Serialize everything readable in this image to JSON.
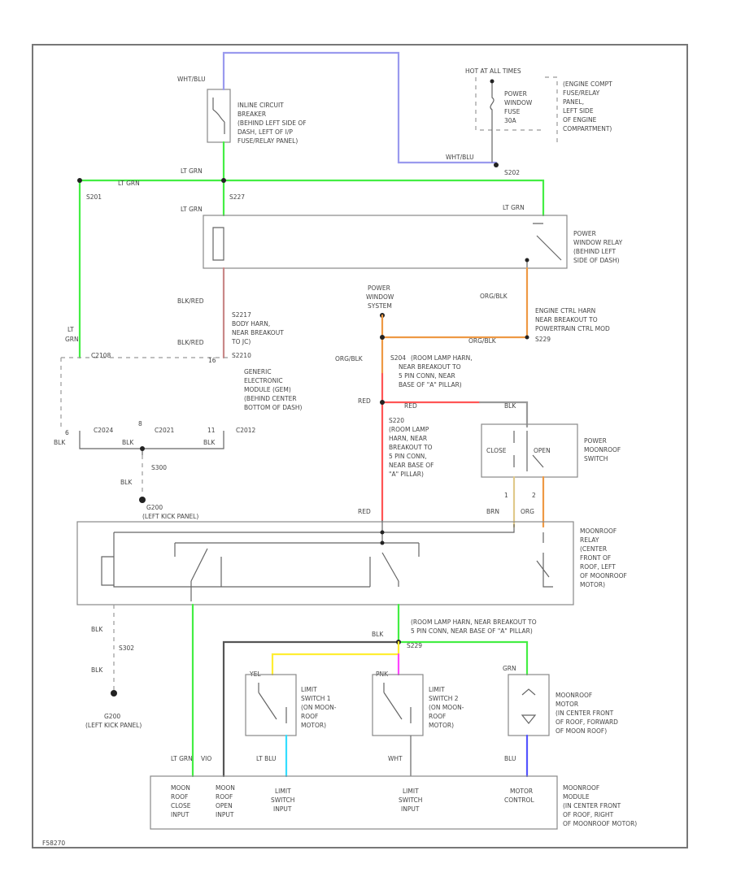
{
  "colors": {
    "lt_grn": "#44ee44",
    "wht_blu": "#9a9aee",
    "blk_red": "#c98888",
    "org_blk": "#ee9944",
    "red": "#ff5555",
    "yellow": "#ffee33",
    "magenta": "#ff44ff",
    "cyan": "#33ddff",
    "blue": "#5555ff",
    "frame": "#777777"
  },
  "wire_labels": {
    "wht_blu_top": "WHT/BLU",
    "wht_blu_right": "WHT/BLU",
    "lt_grn_1": "LT GRN",
    "lt_grn_2": "LT GRN",
    "lt_grn_3": "LT GRN",
    "lt_grn_left_a": "LT",
    "lt_grn_left_b": "GRN",
    "blk_red_1": "BLK/RED",
    "blk_red_2": "BLK/RED",
    "org_blk_1": "ORG/BLK",
    "org_blk_2": "ORG/BLK",
    "org_blk_3": "ORG/BLK",
    "red_1": "RED",
    "red_2": "RED",
    "red_3": "RED",
    "blk_1": "BLK",
    "blk_2": "BLK",
    "blk_3": "BLK",
    "blk_4": "BLK",
    "blk_5": "BLK",
    "blk_6": "BLK",
    "blk_7": "BLK",
    "brn": "BRN",
    "org": "ORG",
    "ylw": "YEL",
    "pnk": "PNK",
    "grn": "GRN",
    "lt_blu": "LT BLU",
    "wht": "WHT",
    "blu": "BLU",
    "vio": "VIO",
    "lt_grn_bottom": "LT GRN",
    "blk_top": "BLK"
  },
  "splices": {
    "s2": "S202",
    "s3": "S227",
    "s4": "S2217",
    "s5": "S2210",
    "s6": "S204",
    "s7": "S229",
    "s8": "S300",
    "g1": "G200",
    "s9": "S302",
    "s10": "S201"
  },
  "components": {
    "hot_at_all_times": "HOT AT ALL TIMES",
    "inline_cb": [
      "INLINE CIRCUIT",
      "BREAKER",
      "(BEHIND LEFT SIDE OF",
      "DASH, LEFT OF I/P",
      "FUSE/RELAY PANEL)"
    ],
    "pw_fuse": [
      "POWER",
      "WINDOW",
      "FUSE",
      "30A"
    ],
    "engine_compt": [
      "(ENGINE COMPT",
      "FUSE/RELAY",
      "PANEL,",
      "LEFT SIDE",
      "OF ENGINE",
      "COMPARTMENT)"
    ],
    "pw_relay": [
      "POWER",
      "WINDOW RELAY",
      "(BEHIND LEFT",
      "SIDE OF DASH)"
    ],
    "pw_system": [
      "POWER",
      "WINDOW",
      "SYSTEM"
    ],
    "engine_ctrl_harn": [
      "ENGINE CTRL HARN",
      "NEAR BREAKOUT TO",
      "POWERTRAIN CTRL MOD"
    ],
    "s2217_note": [
      "S2217",
      "BODY HARN,",
      "NEAR BREAKOUT",
      "TO JC)"
    ],
    "gem": [
      "GENERIC",
      "ELECTRONIC",
      "MODULE (GEM)",
      "(BEHIND CENTER",
      "BOTTOM OF DASH)"
    ],
    "gem_pin_a": "C2108",
    "gem_pin_b": "16",
    "s204_note": [
      "(ROOM LAMP HARN,",
      "NEAR BREAKOUT TO",
      "5 PIN CONN, NEAR",
      "BASE OF \"A\" PILLAR)"
    ],
    "s220_note": [
      "S220",
      "(ROOM LAMP",
      "HARN, NEAR",
      "BREAKOUT TO",
      "5 PIN CONN,",
      "NEAR BASE OF",
      "\"A\" PILLAR)"
    ],
    "conn_c2024": "C2024",
    "conn_c2021": "C2021",
    "conn_c2012": "C2012",
    "pin_6": "6",
    "pin_8": "8",
    "pin_11": "11",
    "moonroof_switch": [
      "POWER",
      "MOONROOF",
      "SWITCH"
    ],
    "close": "CLOSE",
    "open": "OPEN",
    "pin_1": "1",
    "pin_2": "2",
    "g200_note": [
      "G200",
      "(LEFT KICK PANEL)"
    ],
    "moonroof_relay": [
      "MOONROOF",
      "RELAY",
      "(CENTER",
      "FRONT OF",
      "ROOF, LEFT",
      "OF MOONROOF",
      "MOTOR)"
    ],
    "room_lamp_harn": [
      "(ROOM LAMP HARN, NEAR BREAKOUT TO",
      "5 PIN CONN, NEAR BASE OF \"A\" PILLAR)"
    ],
    "limit1": [
      "LIMIT",
      "SWITCH 1",
      "(ON MOON-",
      "ROOF",
      "MOTOR)"
    ],
    "limit2": [
      "LIMIT",
      "SWITCH 2",
      "(ON MOON-",
      "ROOF",
      "MOTOR)"
    ],
    "motor": [
      "MOONROOF",
      "MOTOR",
      "(IN CENTER FRONT",
      "OF ROOF, FORWARD",
      "OF MOON ROOF)"
    ],
    "g_bottom": [
      "G200",
      "(LEFT KICK PANEL)"
    ],
    "module": [
      "MOONROOF",
      "MODULE",
      "(IN CENTER FRONT",
      "OF ROOF, RIGHT",
      "OF MOONROOF MOTOR)"
    ],
    "module_inputs": [
      [
        "MOON",
        "ROOF",
        "CLOSE",
        "INPUT"
      ],
      [
        "MOON",
        "ROOF",
        "OPEN",
        "INPUT"
      ],
      [
        "LIMIT",
        "SWITCH",
        "INPUT"
      ],
      [
        "LIMIT",
        "SWITCH",
        "INPUT"
      ],
      [
        "MOTOR",
        "CONTROL"
      ]
    ],
    "footer_code": "F58270"
  }
}
